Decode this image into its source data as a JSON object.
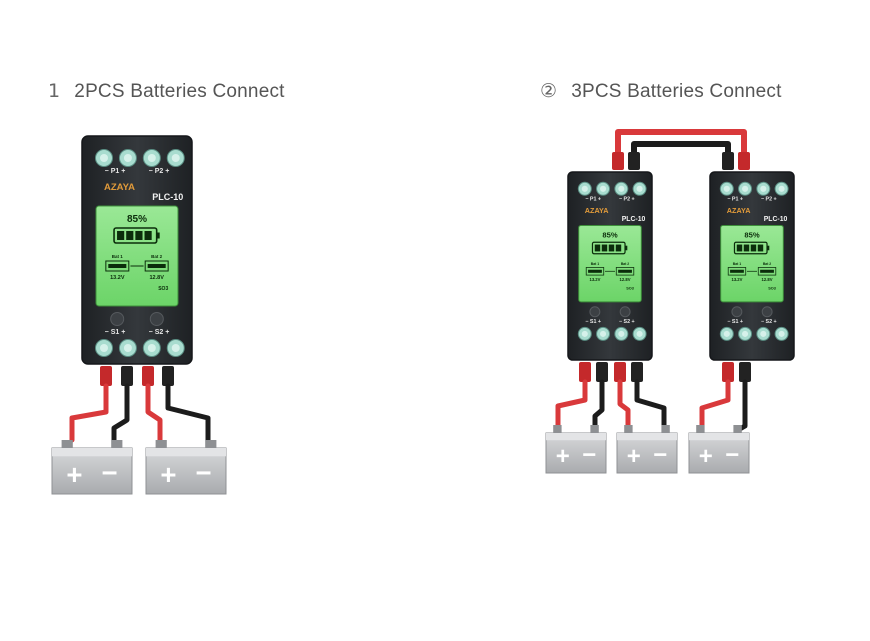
{
  "section1": {
    "number": "1",
    "title": "2PCS Batteries Connect"
  },
  "section2": {
    "number": "②",
    "title": "3PCS Batteries Connect"
  },
  "device": {
    "brand": "AZAYA",
    "model": "PLC-10",
    "percent": "85%",
    "bat1_label": "Bat 1",
    "bat2_label": "Bat 2",
    "bat1_voltage": "13.2V",
    "bat2_voltage": "12.8V",
    "mode": "SO3",
    "port_p1": "P1",
    "port_p2": "P2",
    "port_s1": "S1",
    "port_s2": "S2",
    "minus": "−",
    "plus": "+"
  },
  "battery_terminals": {
    "positive": "+",
    "negative": "−"
  },
  "colors": {
    "housing": "#2b2e32",
    "lcd": "#7ee07a",
    "wire_positive": "#d9393b",
    "wire_negative": "#1c1c1c",
    "battery": "#c9cacd",
    "terminal": "#9fd3c7"
  }
}
